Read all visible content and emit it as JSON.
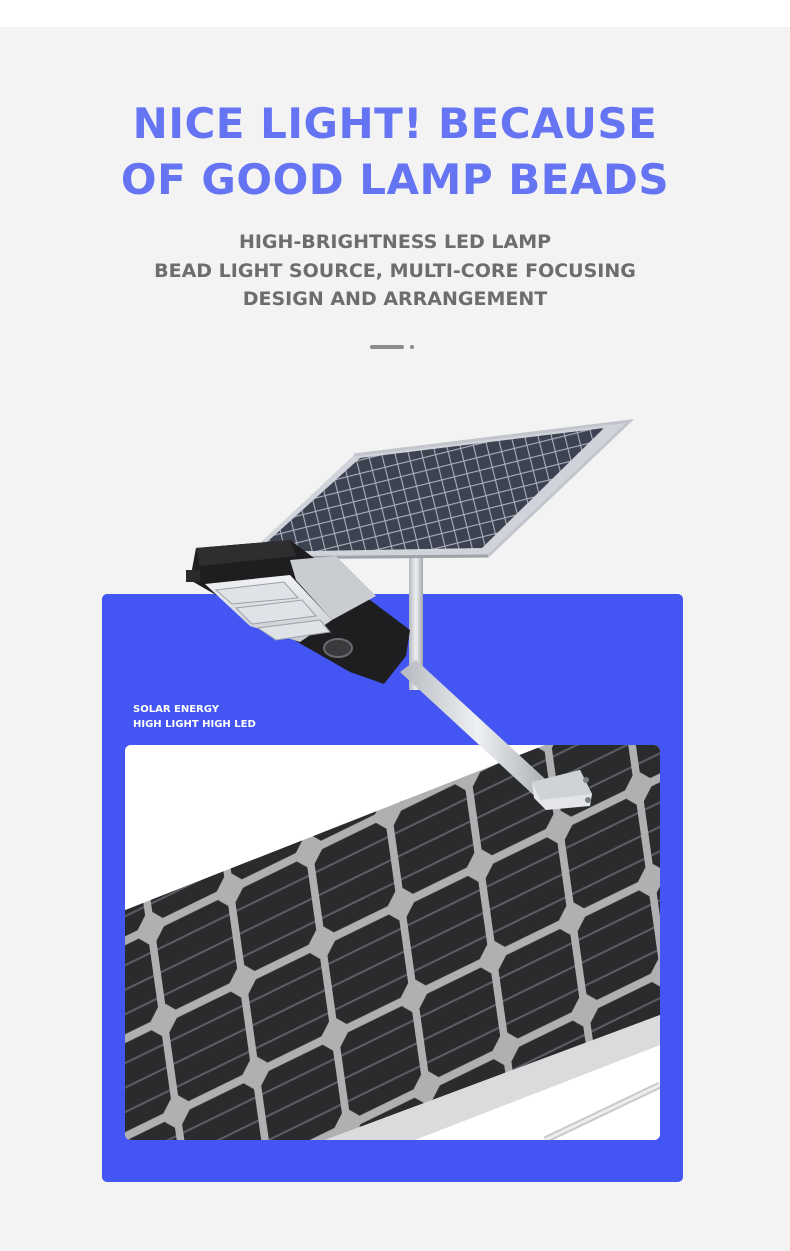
{
  "headline": {
    "line1": "NICE LIGHT! BECAUSE",
    "line2": "OF GOOD LAMP BEADS"
  },
  "subheadline": {
    "line1": "HIGH-BRIGHTNESS LED LAMP",
    "line2": "BEAD LIGHT SOURCE, MULTI-CORE FOCUSING",
    "line3": "DESIGN AND ARRANGEMENT"
  },
  "card": {
    "caption_line1": "SOLAR ENERGY",
    "caption_line2": "HIGH LIGHT HIGH LED"
  },
  "colors": {
    "headline": "#6574f2",
    "subheadline": "#6d6d6d",
    "card": "#4355f2",
    "page_background": "#f3f3f3"
  }
}
